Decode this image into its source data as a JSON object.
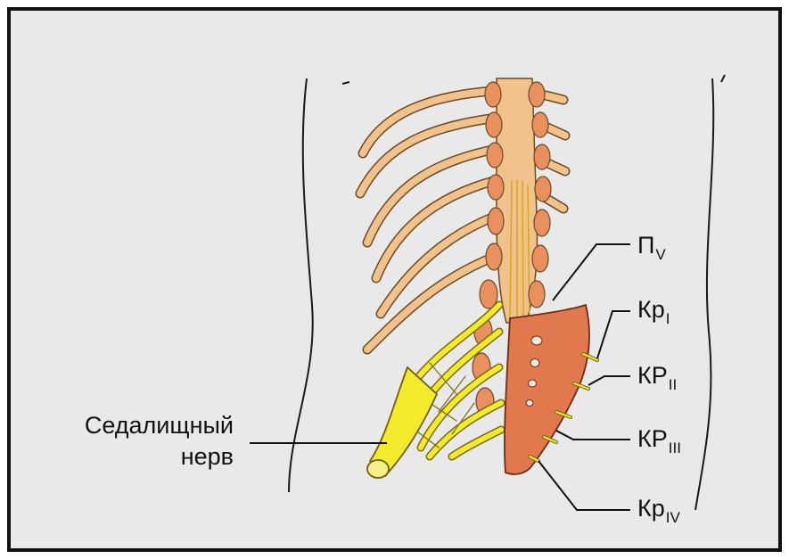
{
  "labels": {
    "sciatic_line1": "Седалищный",
    "sciatic_line2": "нерв",
    "p5": {
      "main": "П",
      "sub": "V"
    },
    "kr1": {
      "main": "Кр",
      "sub": "I"
    },
    "kr2": {
      "main": "КР",
      "sub": "II"
    },
    "kr3": {
      "main": "КР",
      "sub": "III"
    },
    "kr4": {
      "main": "Кр",
      "sub": "IV"
    }
  },
  "colors": {
    "frame_border": "#111111",
    "background": "#e9e9e9",
    "nerve_tan": "#f1c28c",
    "nerve_yellow": "#f2ea2a",
    "vertebra": "#e8905e",
    "sacrum": "#e2784d",
    "outline": "#1a1a1a"
  }
}
